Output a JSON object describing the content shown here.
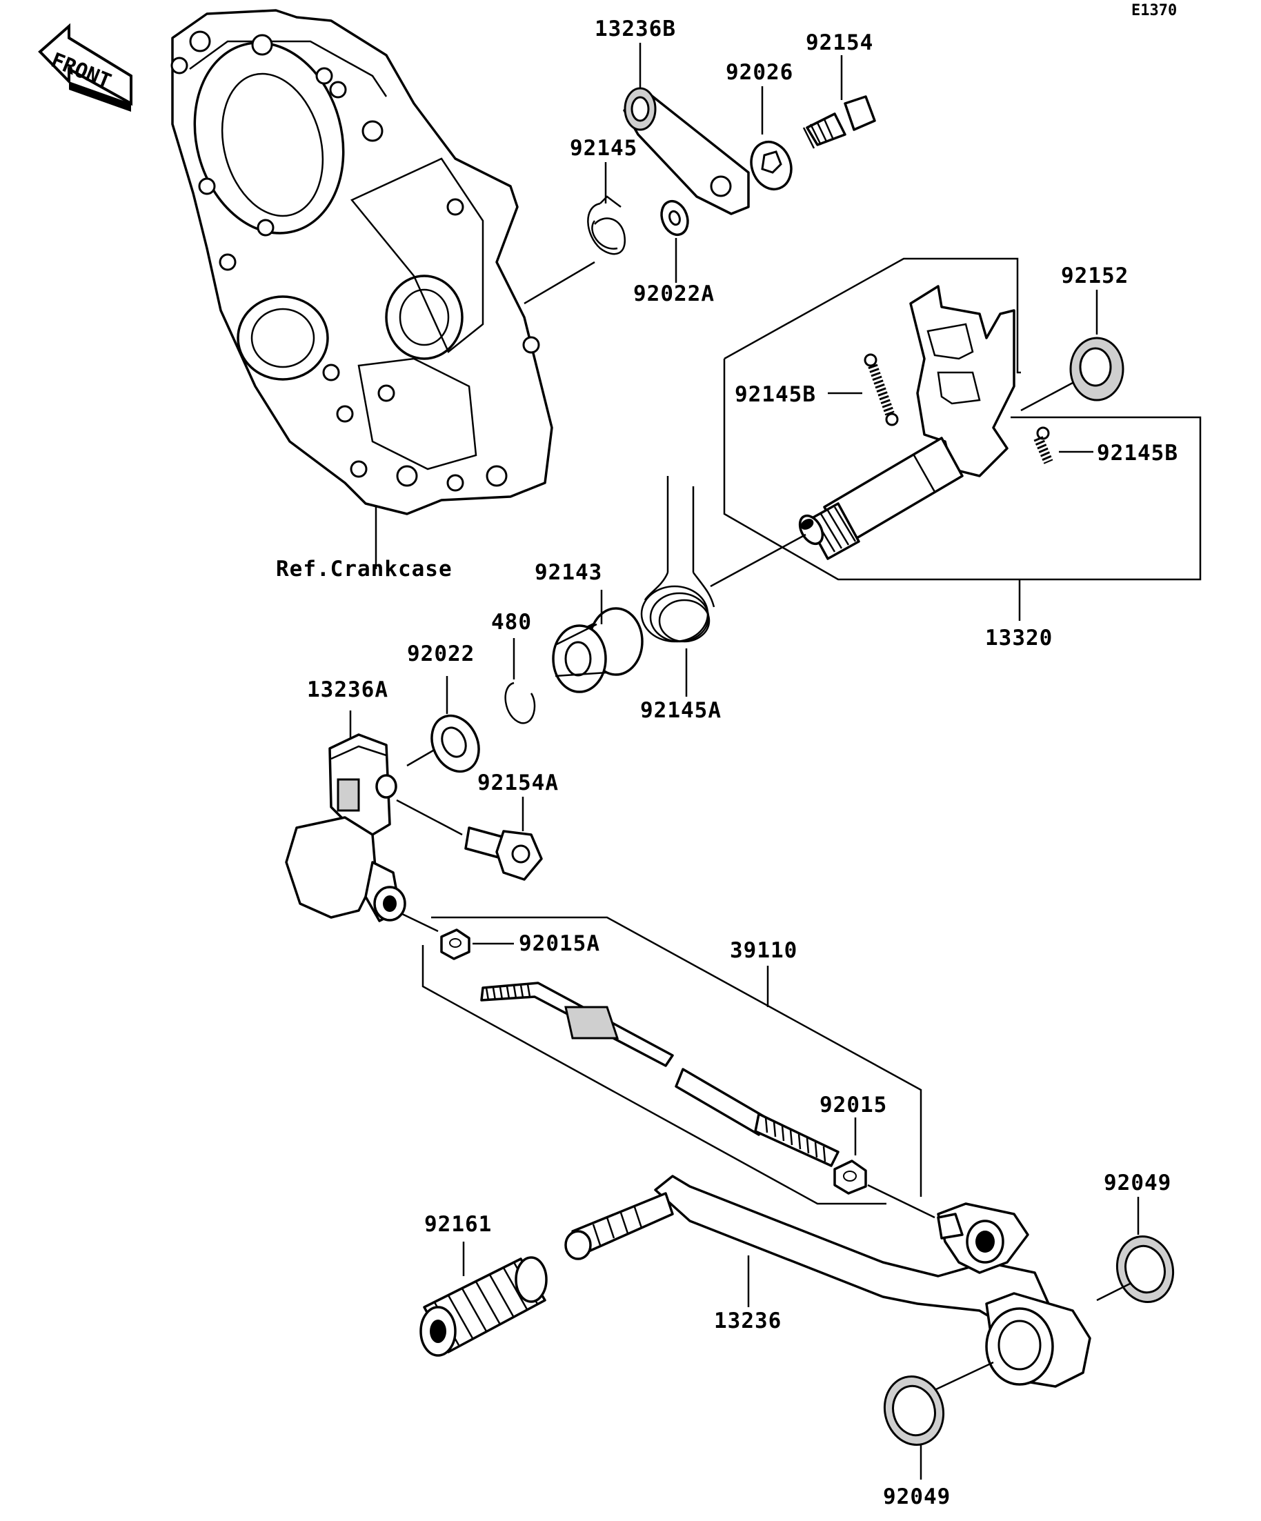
{
  "diagram_code": "E1370",
  "front_label": "FRONT",
  "ref_label": "Ref.Crankcase",
  "labels": {
    "p13236B": "13236B",
    "p92154": "92154",
    "p92026": "92026",
    "p92145": "92145",
    "p92022A": "92022A",
    "p92152": "92152",
    "p92145B_left": "92145B",
    "p92145B_right": "92145B",
    "p13320": "13320",
    "p92143": "92143",
    "p480": "480",
    "p92022": "92022",
    "p13236A": "13236A",
    "p92145A": "92145A",
    "p92154A": "92154A",
    "p92015A": "92015A",
    "p39110": "39110",
    "p92015": "92015",
    "p92049_top": "92049",
    "p92161": "92161",
    "p13236": "13236",
    "p92049_bottom": "92049"
  }
}
